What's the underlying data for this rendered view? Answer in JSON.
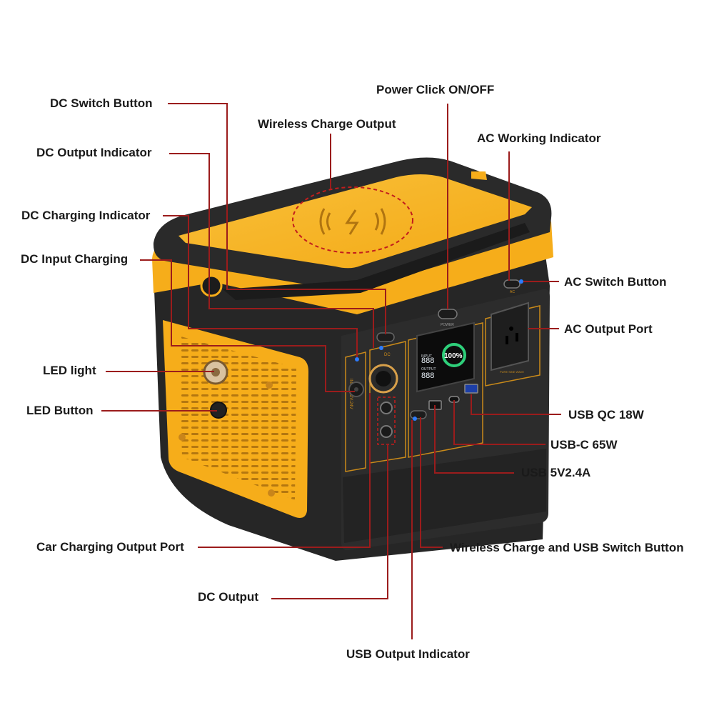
{
  "product": {
    "screen_battery_text": "100%",
    "screen_input_label": "INPUT",
    "screen_output_label": "OUTPUT",
    "screen_digits": "888",
    "power_button_caption": "POWER",
    "dc_panel_caption": "INPUT 12V-24V",
    "dc_switch_caption": "DC",
    "ac_panel_caption": "PURE SINE WAVE",
    "ac_switch_caption": "AC"
  },
  "colors": {
    "body": "#2b2b2b",
    "accent_yellow": "#f8b21c",
    "callout_line": "#9b1c1c",
    "label_text": "#1a1a1a",
    "screen_green": "#2ecf7a"
  },
  "callouts": {
    "dc_switch_button": "DC Switch Button",
    "power_click": "Power Click ON/OFF",
    "wireless_output": "Wireless Charge Output",
    "ac_working_indicator": "AC Working Indicator",
    "dc_output_indicator": "DC Output Indicator",
    "dc_charging_indicator": "DC Charging Indicator",
    "dc_input_charging": "DC Input Charging",
    "ac_switch_button": "AC Switch Button",
    "ac_output_port": "AC Output Port",
    "led_light": "LED light",
    "led_button": "LED Button",
    "usb_qc": "USB QC 18W",
    "usb_c": "USB-C 65W",
    "usb_5v": "USB 5V2.4A",
    "car_charging_port": "Car Charging Output Port",
    "wireless_usb_switch": "Wireless Charge and USB Switch Button",
    "dc_output": "DC Output",
    "usb_output_indicator": "USB Output Indicator"
  }
}
